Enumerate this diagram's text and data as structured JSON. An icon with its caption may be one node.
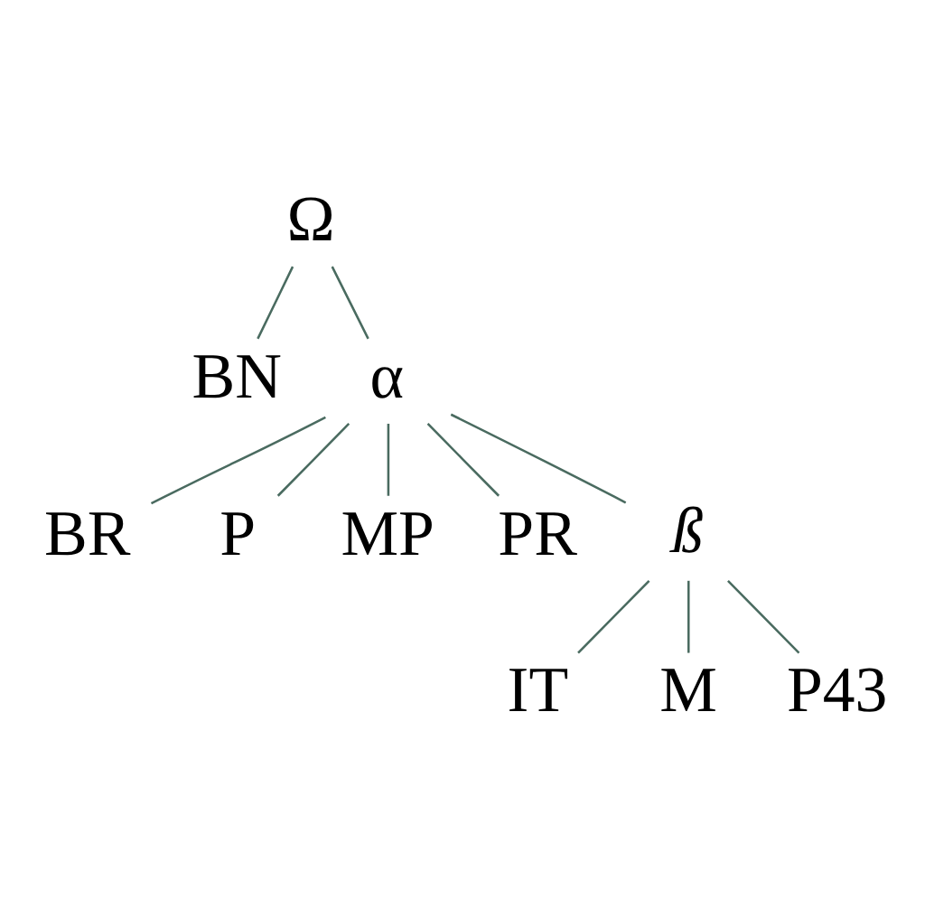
{
  "diagram": {
    "nodes": [
      {
        "text": [
          "Ω"
        ]
      },
      {
        "text": [
          "BN"
        ]
      },
      {
        "text": [
          "α"
        ]
      },
      {
        "text": [
          "BR"
        ]
      },
      {
        "text": [
          "P"
        ]
      },
      {
        "text": [
          "MP"
        ]
      },
      {
        "text": [
          "PR"
        ]
      },
      {
        "text": [
          "ß"
        ]
      },
      {
        "text": [
          "IT"
        ]
      },
      {
        "text": [
          "M"
        ]
      },
      {
        "text": [
          "P43"
        ]
      }
    ],
    "edges": [
      {
        "from": 0,
        "to": 1,
        "arrow": "none"
      },
      {
        "from": 0,
        "to": 2,
        "arrow": "none"
      },
      {
        "from": 2,
        "to": 3,
        "arrow": "none"
      },
      {
        "from": 2,
        "to": 4,
        "arrow": "none"
      },
      {
        "from": 2,
        "to": 5,
        "arrow": "none"
      },
      {
        "from": 2,
        "to": 6,
        "arrow": "none"
      },
      {
        "from": 2,
        "to": 7,
        "arrow": "none"
      },
      {
        "from": 7,
        "to": 8,
        "arrow": "none"
      },
      {
        "from": 7,
        "to": 9,
        "arrow": "none"
      },
      {
        "from": 7,
        "to": 10,
        "arrow": "none"
      }
    ]
  }
}
